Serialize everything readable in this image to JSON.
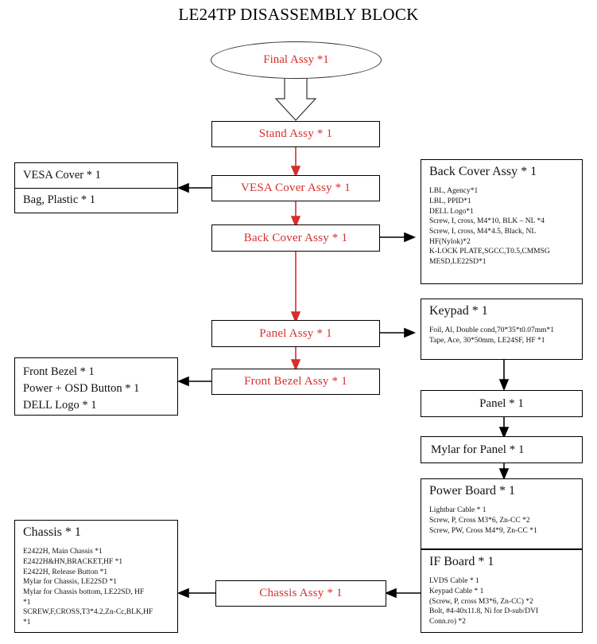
{
  "page": {
    "title": "LE24TP DISASSEMBLY BLOCK",
    "accent_red": "#d42f2f",
    "line_color": "#000000"
  },
  "nodes": {
    "final_assy": "Final Assy *1",
    "stand_assy": "Stand Assy * 1",
    "vesa_cover_assy": "VESA Cover Assy * 1",
    "back_cover_assy": "Back Cover Assy * 1",
    "panel_assy": "Panel Assy * 1",
    "front_bezel_assy": "Front Bezel Assy * 1",
    "chassis_assy": "Chassis Assy * 1",
    "panel": "Panel * 1",
    "mylar_for_panel": "Mylar for Panel * 1"
  },
  "vesa_cover_box": {
    "rows": [
      "VESA Cover * 1",
      "Bag, Plastic * 1"
    ]
  },
  "back_cover_box": {
    "header": "Back Cover Assy * 1",
    "items": [
      "LBL, Agency*1",
      "LBL, PPID*1",
      "DELL Logo*1",
      "Screw, I, cross, M4*10, BLK – NL *4",
      "Screw, I, cross, M4*4.5, Black, NL",
      "HF(Nylok)*2",
      "K-LOCK PLATE,SGCC,T0.5,CMMSG",
      "MESD,LE22SD*1"
    ]
  },
  "keypad_box": {
    "header": "Keypad * 1",
    "items": [
      "Foil, Al, Double cond,70*35*t0.07mm*1",
      "Tape, Ace, 30*50mm, LE24SF, HF *1"
    ]
  },
  "front_bezel_box": {
    "items": [
      "Front Bezel * 1",
      "Power + OSD Button * 1",
      "DELL Logo * 1"
    ]
  },
  "power_board_box": {
    "header": "Power Board * 1",
    "items": [
      "Lightbar Cable * 1",
      "Screw, P, Cross M3*6, Zn-CC *2",
      "Screw, PW, Cross M4*9, Zn-CC *1"
    ]
  },
  "if_board_box": {
    "header": "IF Board * 1",
    "items": [
      "LVDS Cable * 1",
      "Keypad Cable * 1",
      "(Screw, P, cross M3*6, Zn-CC) *2",
      "Bolt, #4-40x11.8, Ni for D-sub/DVI",
      "Conn.ro) *2"
    ]
  },
  "chassis_box": {
    "header": "Chassis * 1",
    "items": [
      "E2422H, Main Chassis *1",
      "E2422H&HN,BRACKET,HF *1",
      "E2422H, Release Button *1",
      "Mylar for Chassis, LE22SD *1",
      "Mylar for Chassis bottom, LE22SD, HF",
      "*1",
      "SCREW,F,CROSS,T3*4.2,Zn-Cc,BLK,HF",
      "*1"
    ]
  }
}
